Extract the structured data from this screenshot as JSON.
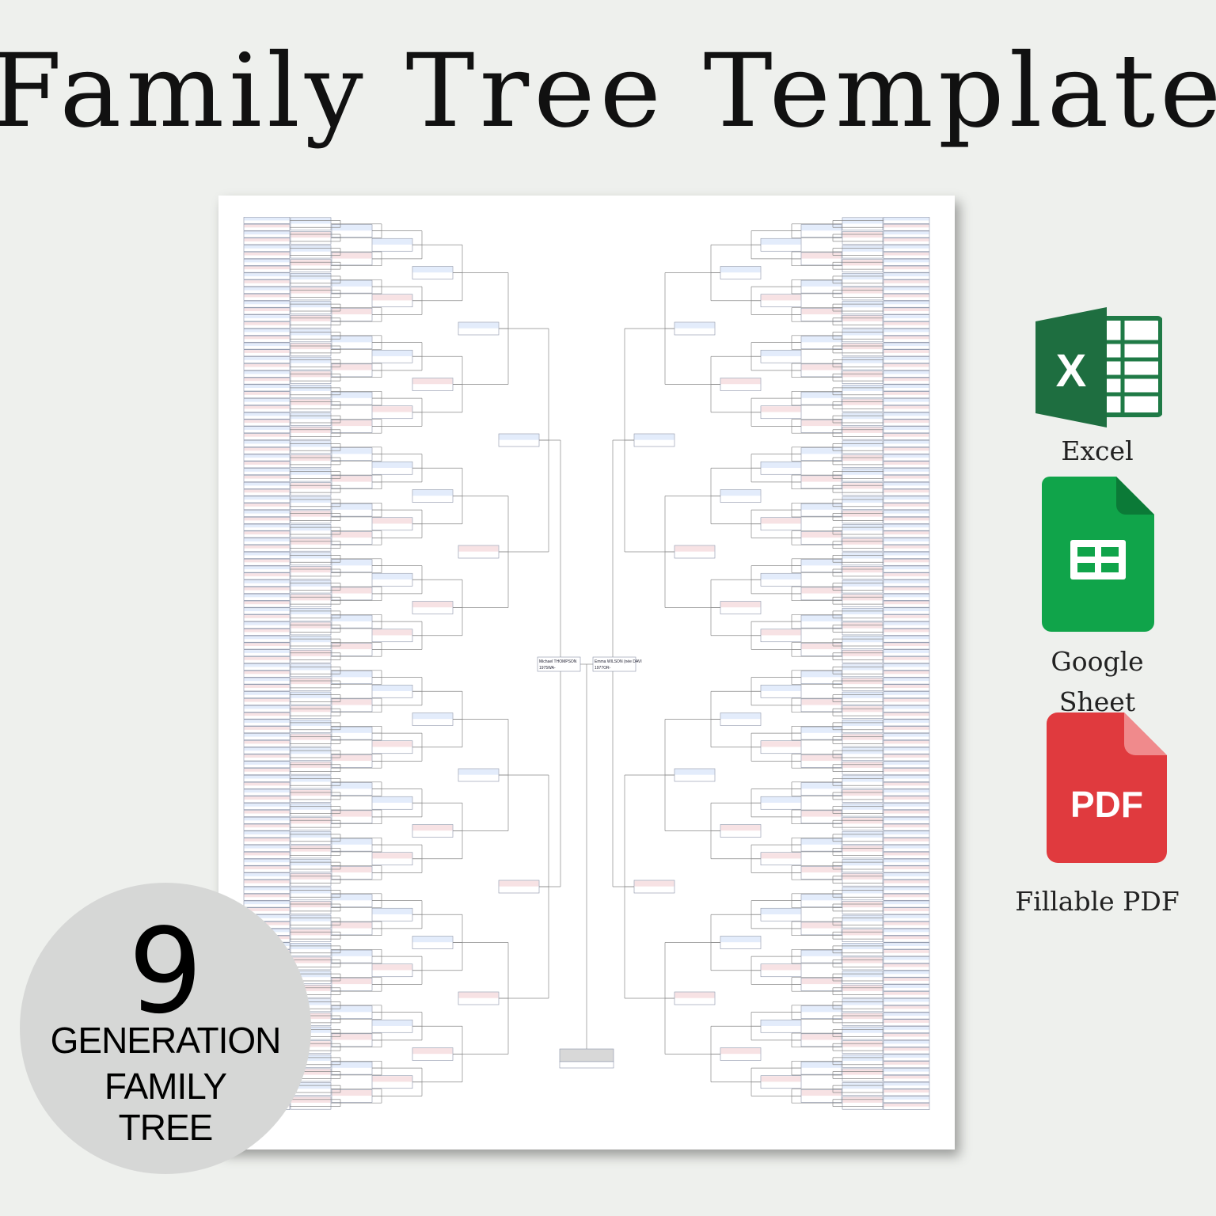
{
  "title": "Family Tree Template",
  "sheet": {
    "root_person": {
      "name": "Michael THOMPSON",
      "dates": "1975WA-"
    },
    "spouse": {
      "name": "Emma WILSON (née DAVI",
      "dates": "1977OR-"
    },
    "colors": {
      "male_fill": "#e3ecfb",
      "female_fill": "#f7e2e4",
      "box_border": "#8a93a8",
      "line": "#8a8a8a",
      "child_fill": "#d8d8d8"
    },
    "generations": 9
  },
  "formats": [
    {
      "label": "Excel",
      "icon": "excel-icon",
      "color": "#217346"
    },
    {
      "label": "Google Sheet",
      "icon": "google-sheets-icon",
      "color": "#0f9d58"
    },
    {
      "label": "Fillable PDF",
      "icon": "pdf-icon",
      "color": "#e53935"
    }
  ],
  "badge": {
    "number": "9",
    "line1": "GENERATION",
    "line2": "FAMILY",
    "line3": "TREE"
  }
}
